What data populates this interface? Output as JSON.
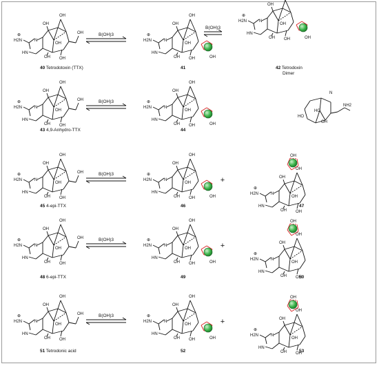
{
  "reagent": "B(OH)3",
  "plus": "+",
  "atoms": {
    "h2n": "H2N",
    "hn": "HN",
    "n": "N",
    "oh": "OH",
    "o": "O",
    "nh2": "NH2",
    "ho": "HO",
    "charge": "⊕"
  },
  "rows": [
    {
      "compounds": [
        {
          "num": "40",
          "name": "Tetrodotoxin (TTX)"
        },
        {
          "num": "41",
          "name": ""
        },
        {
          "num": "42",
          "name": "Tetrodoxin",
          "name2": "Dimer"
        }
      ]
    },
    {
      "compounds": [
        {
          "num": "43",
          "name": "4,9-Anhydro-TTX"
        },
        {
          "num": "44",
          "name": ""
        }
      ]
    },
    {
      "compounds": [
        {
          "num": "45",
          "name": "4-epi-TTX"
        },
        {
          "num": "46",
          "name": ""
        },
        {
          "num": "47",
          "name": ""
        }
      ]
    },
    {
      "compounds": [
        {
          "num": "48",
          "name": "6-epi-TTX"
        },
        {
          "num": "49",
          "name": ""
        },
        {
          "num": "50",
          "name": ""
        }
      ]
    },
    {
      "compounds": [
        {
          "num": "51",
          "name": "Tetrodonic acid"
        },
        {
          "num": "52",
          "name": ""
        },
        {
          "num": "53",
          "name": ""
        }
      ]
    }
  ],
  "colors": {
    "boron": "#3cb44b",
    "borate_ring": "#d62020",
    "frame": "#9a9a9a"
  }
}
